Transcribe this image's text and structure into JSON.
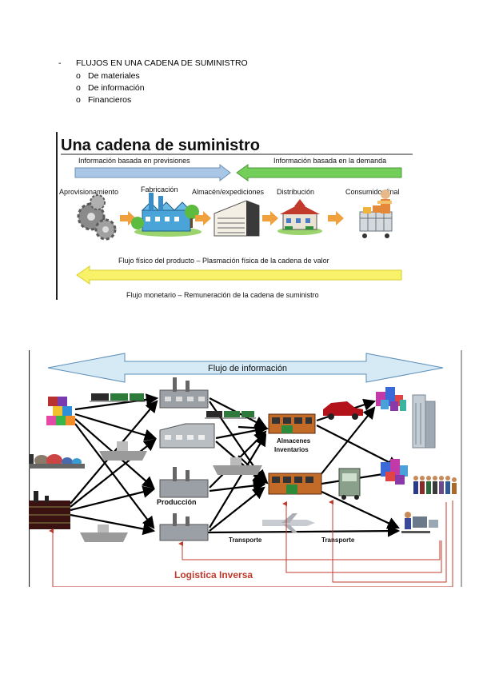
{
  "bullets": {
    "main_marker": "-",
    "main": "FLUJOS EN UNA CADENA DE SUMINISTRO",
    "sub_marker": "o",
    "items": [
      "De materiales",
      "De información",
      "Financieros"
    ]
  },
  "figure1": {
    "title": "Una cadena de suministro",
    "left_arrow_label": "Información basada en previsiones",
    "right_arrow_label": "Información basada en la demanda",
    "stages": [
      "Aprovisionamiento",
      "Fabricación",
      "Almacén/expediciones",
      "Distribución",
      "Consumidor final"
    ],
    "physical_flow": "Flujo físico del producto – Plasmación física de la cadena de valor",
    "monetary_flow": "Flujo monetario – Remuneración de la cadena de suministro",
    "colors": {
      "blue_arrow": "#a9c6e6",
      "green_arrow": "#74cf5a",
      "yellow_arrow": "#f7f26a",
      "orange_arrow": "#f0a03c"
    }
  },
  "figure2": {
    "info_flow": "Flujo de información",
    "warehouse_label_1": "Almacenes",
    "warehouse_label_2": "Inventarios",
    "production": "Producción",
    "transport_1": "Transporte",
    "transport_2": "Transporte",
    "reverse_logistics": "Logistica Inversa",
    "colors": {
      "reverse": "#c0392b",
      "arrow_band": "#d6eaf6"
    }
  }
}
